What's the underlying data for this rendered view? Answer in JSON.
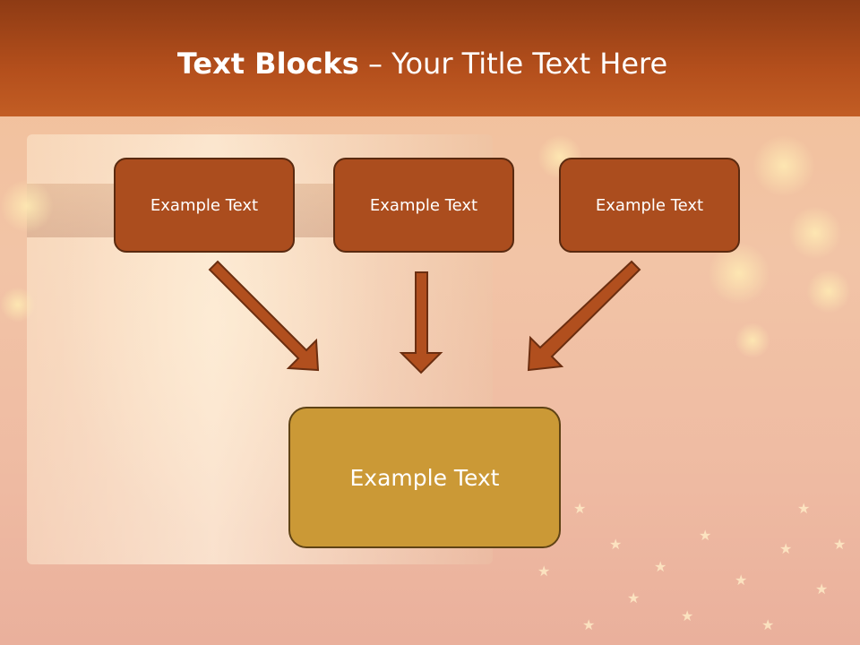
{
  "slide": {
    "title_bold": "Text Blocks",
    "title_rest": " – Your Title Text Here",
    "blocks": [
      {
        "label": "Example Text"
      },
      {
        "label": "Example Text"
      },
      {
        "label": "Example Text"
      }
    ],
    "target": {
      "label": "Example Text"
    }
  },
  "colors": {
    "header": "#b44f1c",
    "small_box_fill": "#ab4d1e",
    "small_box_border": "#5a2a10",
    "large_box_fill": "#cb9936",
    "large_box_border": "#5f4315",
    "arrow_fill": "#b14f1e",
    "arrow_stroke": "#6b2e10"
  }
}
